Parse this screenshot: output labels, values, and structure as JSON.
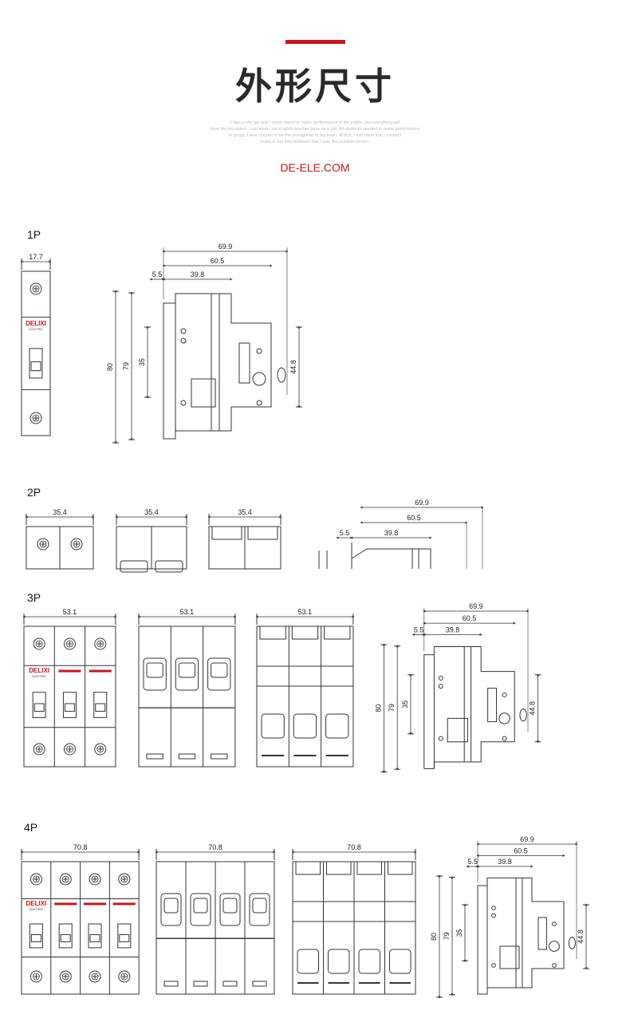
{
  "header": {
    "title": "外形尺寸",
    "fine_text": [
      "I was a shy girl and I never dared to make performance in the public, but everything will",
      "have the exception. Last week, our English teacher gave us a job. All students needed to make performance",
      "in group. I was chosen to be the protagonist in my team. At first, I told them that I couldn't",
      "make it, but they believed that I was the suitable person."
    ],
    "website": "DE-ELE.COM",
    "accent": "#c8161d"
  },
  "brand": {
    "name": "DELIXI",
    "sub": "ELECTRIC"
  },
  "sections": {
    "p1": "1P",
    "p2": "2P",
    "p3": "3P",
    "p4": "4P"
  },
  "dims": {
    "w1p": "17.7",
    "w2p": "35.4",
    "w3p": "53.1",
    "w4p": "70.8",
    "d699": "69.9",
    "d605": "60.5",
    "d398": "39.8",
    "d55": "5.5",
    "h80": "80",
    "h79": "79",
    "h35": "35",
    "h448": "44.8"
  }
}
